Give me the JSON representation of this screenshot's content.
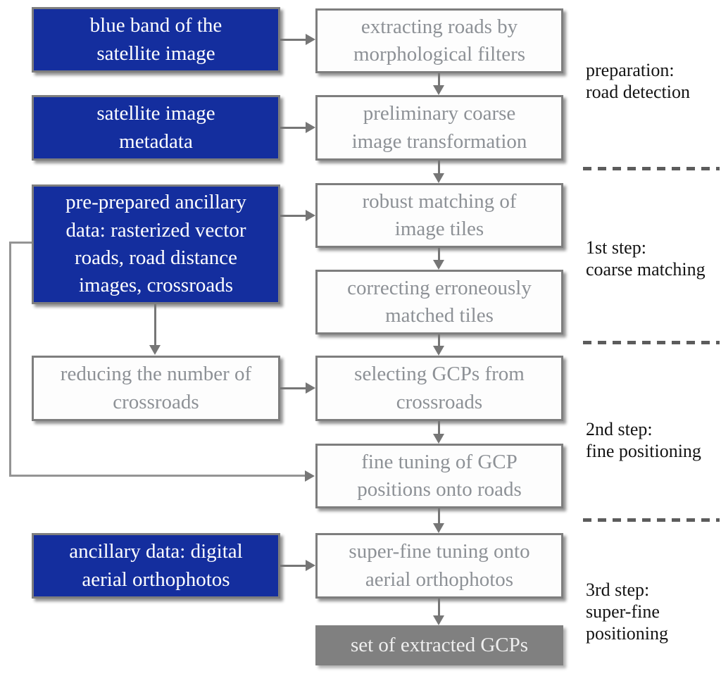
{
  "figure": {
    "nodes": {
      "blue_band": "blue band of the\nsatellite image",
      "metadata": "satellite image\nmetadata",
      "preprepared": "pre-prepared ancillary\ndata: rasterized vector\nroads, road distance\nimages, crossroads",
      "reducing": "reducing the number of\ncrossroads",
      "orthophotos": "ancillary data: digital\naerial orthophotos",
      "extracting": "extracting roads by\nmorphological filters",
      "preliminary": "preliminary coarse\nimage transformation",
      "robust": "robust matching of\nimage tiles",
      "correcting": "correcting erroneously\nmatched tiles",
      "selecting": "selecting GCPs from\ncrossroads",
      "fine_tuning": "fine tuning of GCP\npositions onto roads",
      "super_fine": "super-fine tuning onto\naerial orthophotos",
      "result": "set of extracted GCPs"
    },
    "stages": {
      "preparation": "preparation:\nroad detection",
      "step1": "1st step:\ncoarse matching",
      "step2": "2nd step:\nfine positioning",
      "step3": "3rd step:\nsuper-fine\npositioning"
    },
    "colors": {
      "input_box_fill": "#142e9e",
      "process_box_fill": "#fdfdfd",
      "result_box_fill": "#808080",
      "box_border": "#7e7e7e",
      "arrow": "#767676",
      "process_text": "#8d9196",
      "input_text": "#ffffff",
      "stage_text": "#141414",
      "dashed_separator": "#5c5c5c"
    }
  }
}
